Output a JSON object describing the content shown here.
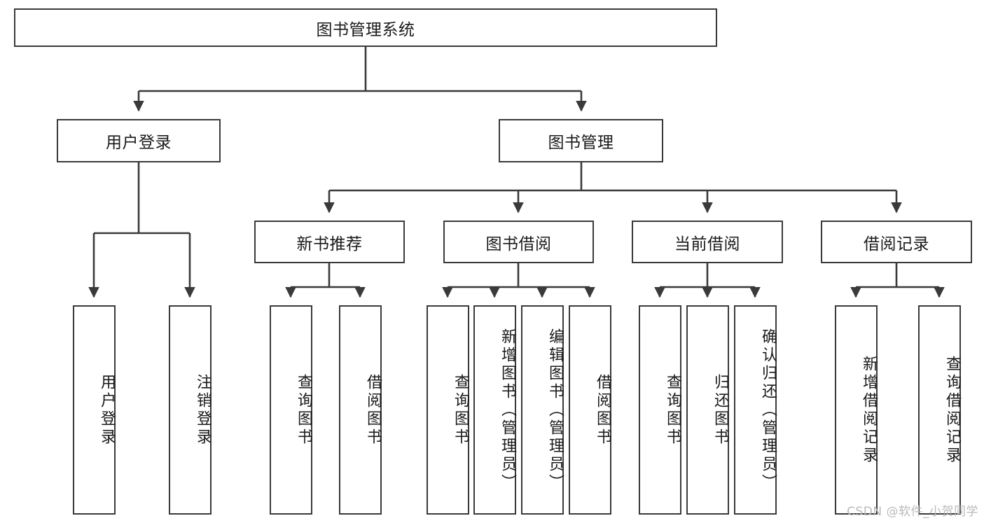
{
  "diagram": {
    "title": "图书管理系统",
    "type": "tree-hierarchy-diagram",
    "accent_color": "#3a3a3a",
    "background_color": "#ffffff",
    "watermark": "CSDN @软件_小贺同学",
    "levels": {
      "root": "图书管理系统",
      "level2": [
        "用户登录",
        "图书管理"
      ],
      "level3": [
        "新书推荐",
        "图书借阅",
        "当前借阅",
        "借阅记录"
      ]
    },
    "nodes": {
      "root": {
        "label": "图书管理系统"
      },
      "user_login": {
        "label": "用户登录"
      },
      "book_manage": {
        "label": "图书管理"
      },
      "new_book_rec": {
        "label": "新书推荐"
      },
      "book_borrow": {
        "label": "图书借阅"
      },
      "current_borrow": {
        "label": "当前借阅"
      },
      "borrow_record": {
        "label": "借阅记录"
      },
      "leaf_user_login": {
        "label": "用户登录"
      },
      "leaf_logout": {
        "label": "注销登录"
      },
      "leaf_query_book_1": {
        "label": "查询图书"
      },
      "leaf_borrow_book_1": {
        "label": "借阅图书"
      },
      "leaf_query_book_2": {
        "label": "查询图书"
      },
      "leaf_add_book": {
        "label": "新增图书（管理员）"
      },
      "leaf_edit_book": {
        "label": "编辑图书（管理员）"
      },
      "leaf_borrow_book_2": {
        "label": "借阅图书"
      },
      "leaf_query_book_3": {
        "label": "查询图书"
      },
      "leaf_return_book": {
        "label": "归还图书"
      },
      "leaf_confirm_return": {
        "label": "确认归还（管理员）"
      },
      "leaf_add_record": {
        "label": "新增借阅记录"
      },
      "leaf_query_record": {
        "label": "查询借阅记录"
      }
    }
  }
}
